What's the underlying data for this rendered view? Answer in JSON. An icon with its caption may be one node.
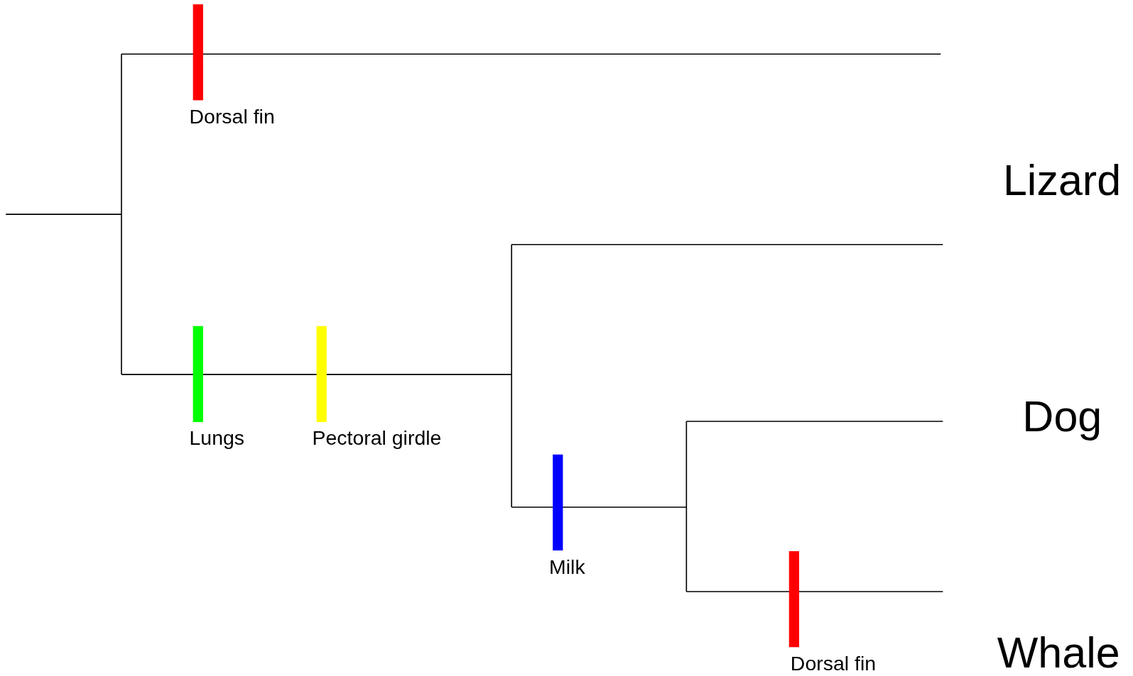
{
  "diagram": {
    "labels": [
      "Dorsal fin",
      "Lizard",
      "Lungs",
      "Pectoral girdle",
      "Dog",
      "Milk",
      "Whale",
      "Dorsal fin"
    ]
  }
}
